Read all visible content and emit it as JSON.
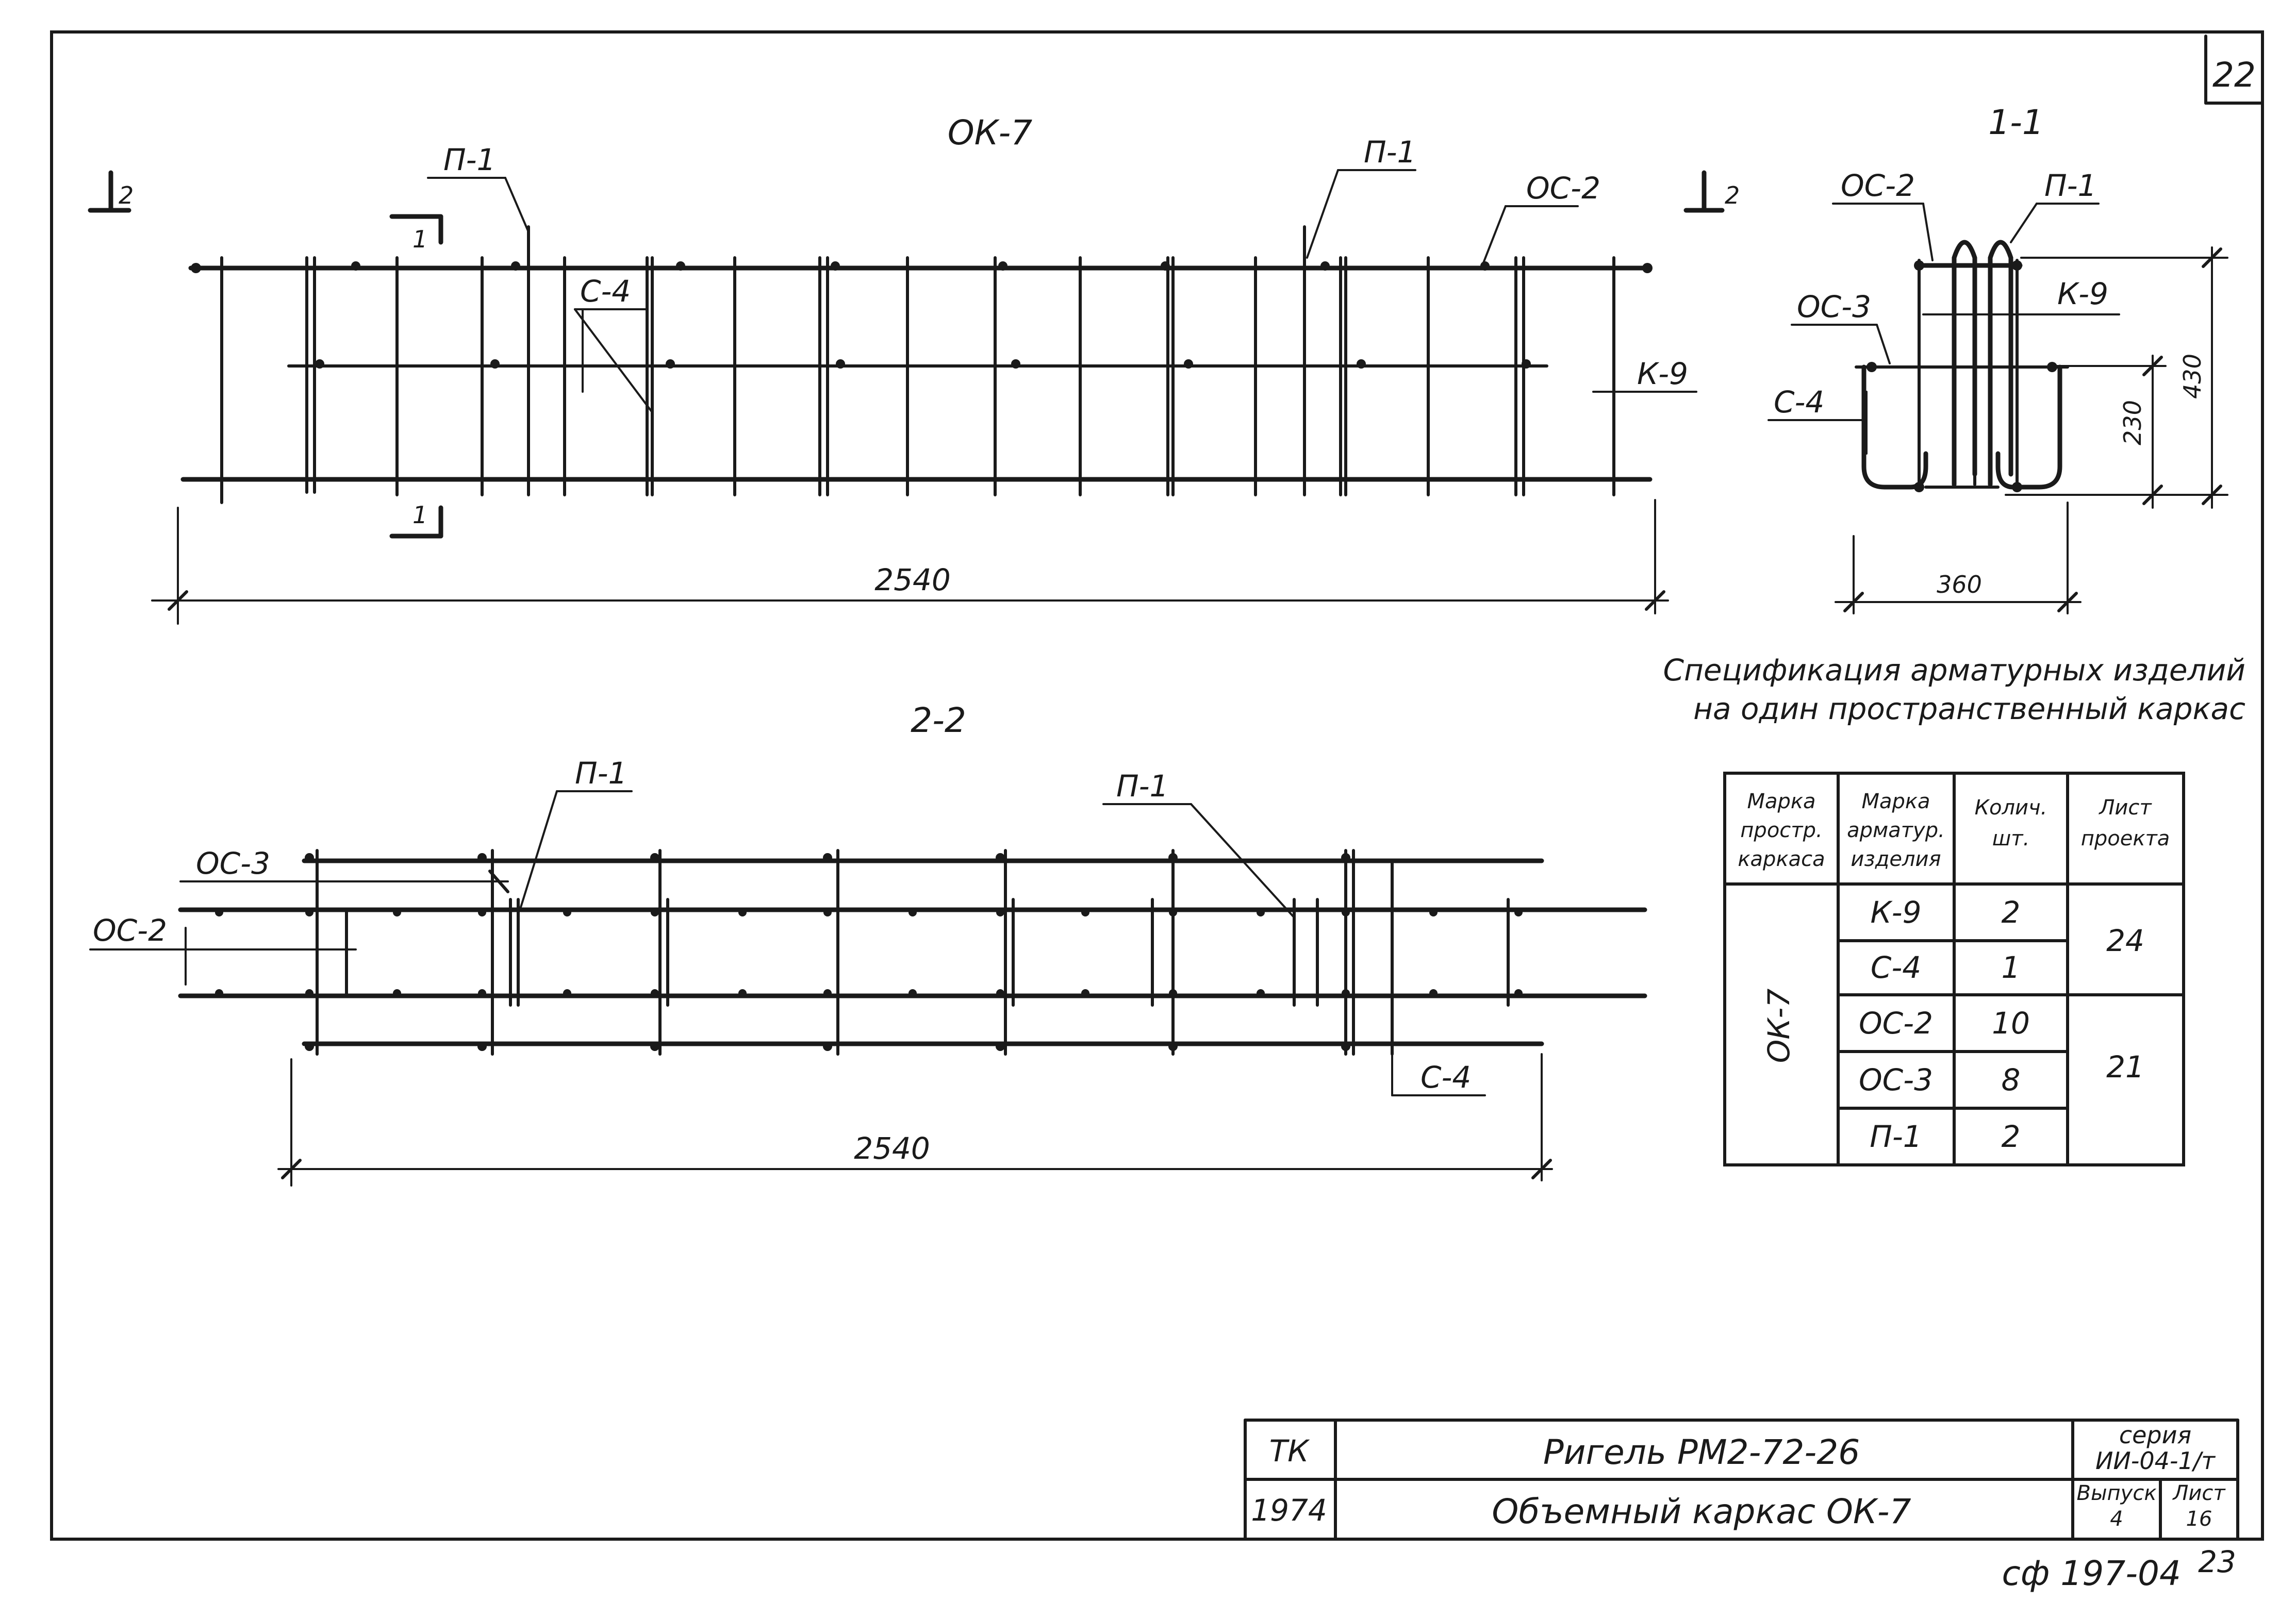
{
  "sheet_number": "22",
  "views": {
    "elevation": {
      "title": "ОК-7",
      "section_mark": "2",
      "cut_mark": "1",
      "labels": {
        "p1": "П-1",
        "p4": "П-1",
        "os2": "ОС-2",
        "s4": "С-4",
        "k9": "К-9"
      },
      "length_dim": "2540"
    },
    "section_1_1": {
      "title": "1-1",
      "labels": {
        "os2": "ОС-2",
        "p1": "П-1",
        "k9": "К-9",
        "os3": "ОС-3",
        "s4": "С-4"
      },
      "dims": {
        "width": "360",
        "height_total": "430",
        "height_inner": "230"
      }
    },
    "plan_2_2": {
      "title": "2-2",
      "labels": {
        "p1_left": "П-1",
        "p1_right": "П-1",
        "os3": "ОС-3",
        "os2": "ОС-2",
        "s4": "С-4"
      },
      "length_dim": "2540"
    }
  },
  "specification": {
    "title_line1": "Спецификация арматурных изделий",
    "title_line2": "на один пространственный каркас",
    "headers": [
      [
        "Марка",
        "простр.",
        "каркаса"
      ],
      [
        "Марка",
        "арматур.",
        "изделия"
      ],
      [
        "Колич.",
        "шт."
      ],
      [
        "Лист",
        "проекта"
      ]
    ],
    "frame_mark": "ОК-7",
    "rows": [
      {
        "item": "К-9",
        "qty": "2"
      },
      {
        "item": "С-4",
        "qty": "1"
      },
      {
        "item": "ОС-2",
        "qty": "10"
      },
      {
        "item": "ОС-3",
        "qty": "8"
      },
      {
        "item": "П-1",
        "qty": "2"
      }
    ],
    "sheet_groups": [
      "24",
      "21"
    ]
  },
  "title_block": {
    "org": "ТК",
    "year": "1974",
    "name_line1": "Ригель РМ2-72-26",
    "name_line2": "Объемный каркас ОК-7",
    "series_label": "серия",
    "series_value": "ИИ-04-1/т",
    "issue_label": "Выпуск",
    "issue_value": "4",
    "sheet_label": "Лист",
    "sheet_value": "16"
  },
  "footer_stamp": "сф 197-04",
  "footer_page": "23"
}
